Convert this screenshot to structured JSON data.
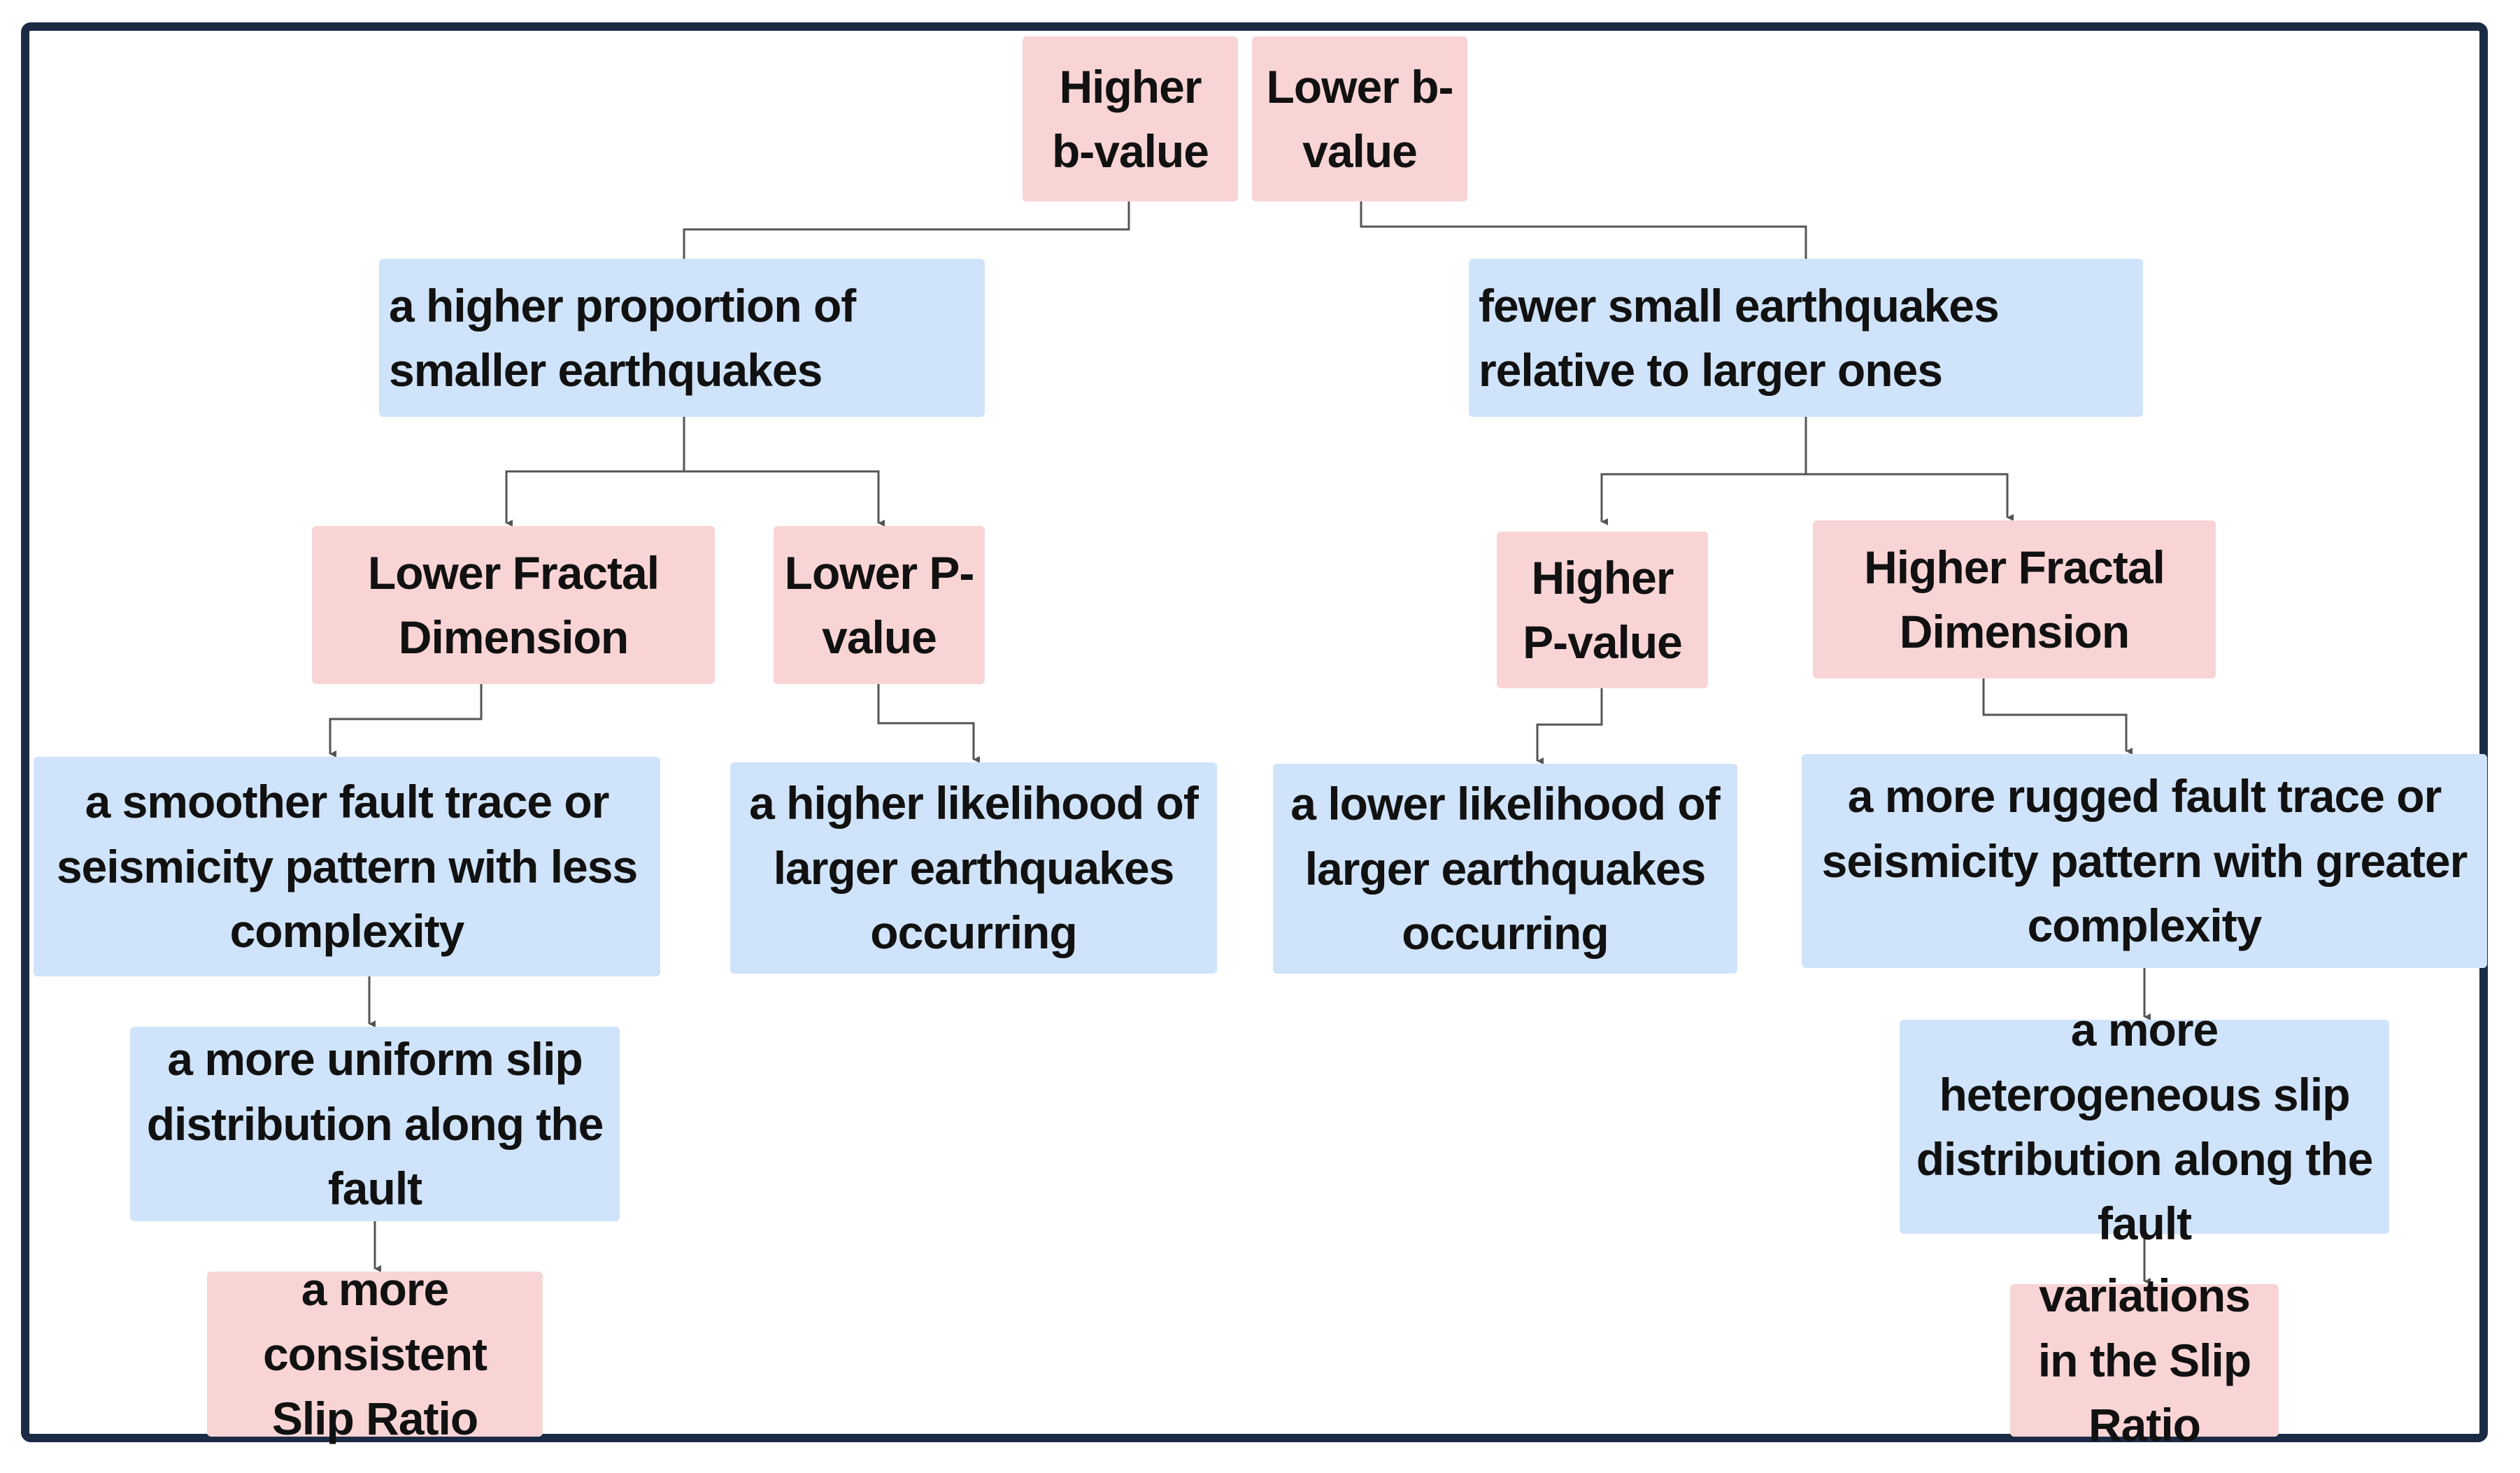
{
  "colors": {
    "frame": "#1c2b45",
    "pink_node": "#f9d4d5",
    "blue_node": "#cfe3fa",
    "connector": "#555555",
    "text": "#111111"
  },
  "nodes": {
    "higher_b_value": "Higher b-value",
    "lower_b_value": "Lower b-value",
    "higher_proportion_small": "a higher proportion of smaller earthquakes",
    "fewer_small_relative": "fewer small earthquakes relative to larger ones",
    "lower_fractal_dimension": "Lower Fractal Dimension",
    "lower_p_value": "Lower P-value",
    "higher_p_value": "Higher P-value",
    "higher_fractal_dimension": "Higher Fractal Dimension",
    "smoother_fault_trace": "a smoother fault trace or seismicity pattern with less complexity",
    "higher_likelihood_large": "a higher likelihood of larger earthquakes occurring",
    "lower_likelihood_large": "a lower likelihood of larger earthquakes occurring",
    "rugged_fault_trace": "a more rugged fault trace or seismicity pattern with greater complexity",
    "uniform_slip": "a more uniform slip distribution along the fault",
    "heterogeneous_slip": "a more heterogeneous slip distribution along the fault",
    "consistent_slip_ratio": "a more consistent Slip Ratio",
    "variations_slip_ratio": "variations in the Slip Ratio"
  }
}
